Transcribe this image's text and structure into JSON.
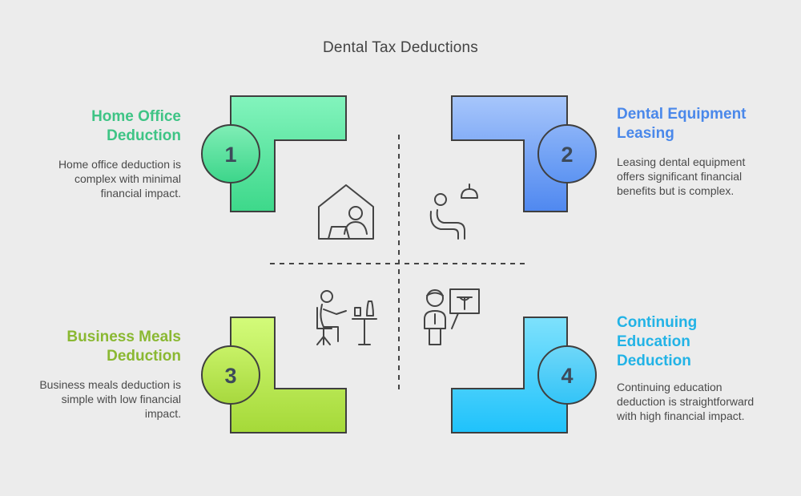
{
  "title": "Dental Tax Deductions",
  "quadrants": [
    {
      "number": "1",
      "heading": "Home Office Deduction",
      "description": "Home office deduction is complex with minimal financial impact.",
      "color": "#3ec485",
      "icon": "house-laptop-icon"
    },
    {
      "number": "2",
      "heading": "Dental Equipment Leasing",
      "description": "Leasing dental equipment offers significant financial benefits but is complex.",
      "color": "#4a88ea",
      "icon": "dental-chair-icon"
    },
    {
      "number": "3",
      "heading": "Business Meals Deduction",
      "description": "Business meals deduction is simple with low financial impact.",
      "color": "#8ab832",
      "icon": "person-dining-icon"
    },
    {
      "number": "4",
      "heading": "Continuing Education Deduction",
      "description": "Continuing education deduction is straightforward with high financial impact.",
      "color": "#22b3e6",
      "icon": "presenter-whiteboard-icon"
    }
  ]
}
